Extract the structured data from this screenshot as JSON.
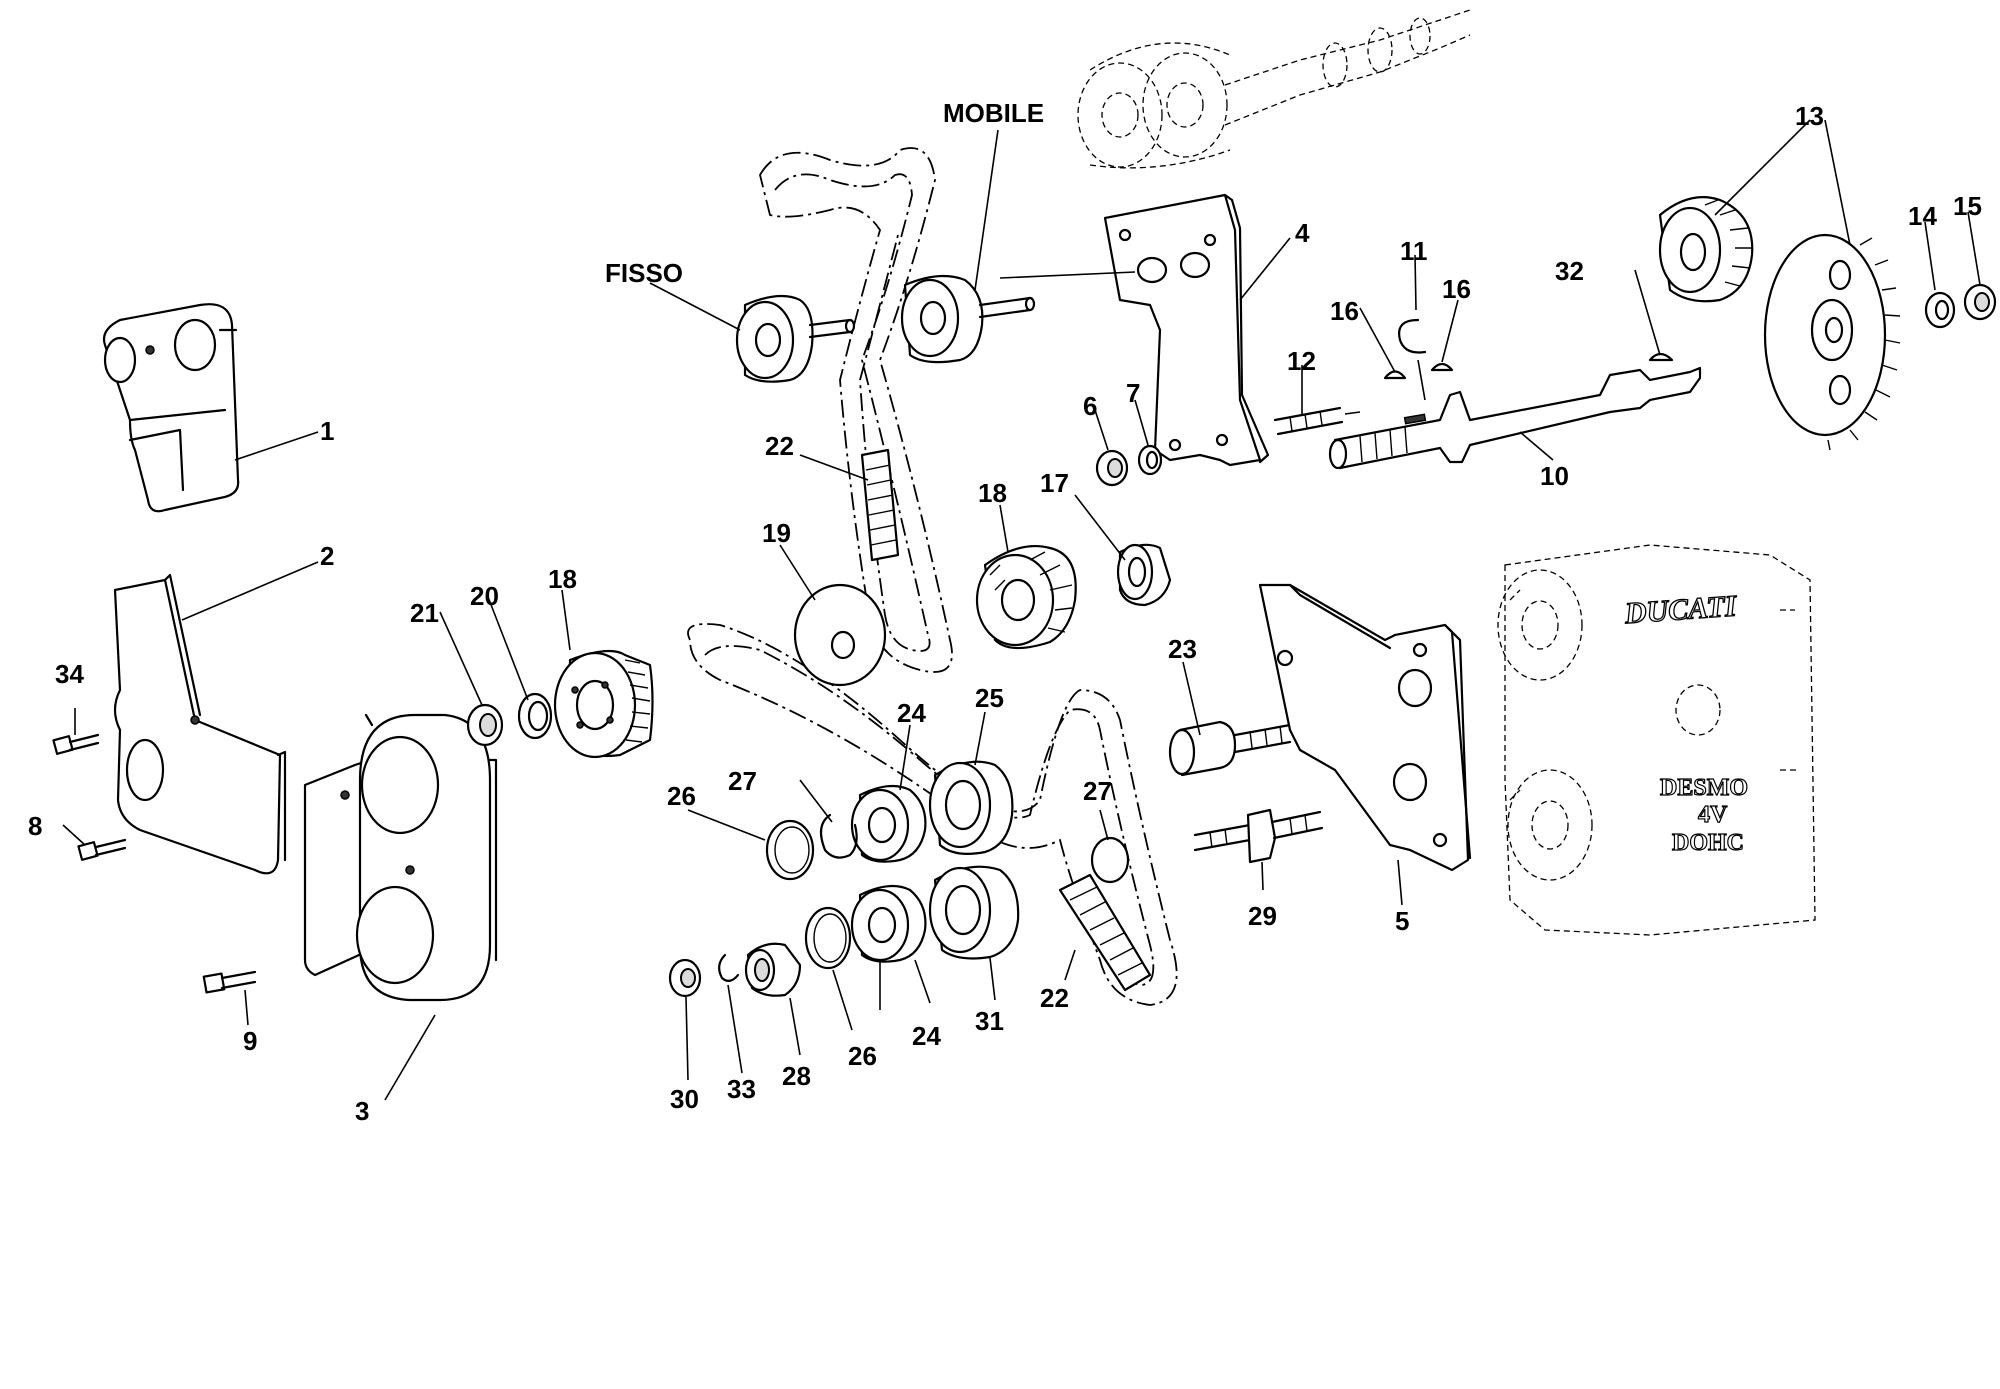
{
  "labels": {
    "fisso": "FISSO",
    "mobile": "MOBILE",
    "p1": "1",
    "p2": "2",
    "p3": "3",
    "p4": "4",
    "p5": "5",
    "p6": "6",
    "p7": "7",
    "p8": "8",
    "p9": "9",
    "p10": "10",
    "p11": "11",
    "p12": "12",
    "p13": "13",
    "p14": "14",
    "p15": "15",
    "p16a": "16",
    "p16b": "16",
    "p17": "17",
    "p18a": "18",
    "p18b": "18",
    "p19": "19",
    "p20": "20",
    "p21": "21",
    "p22a": "22",
    "p22b": "22",
    "p23": "23",
    "p24a": "24",
    "p24b": "24",
    "p25": "25",
    "p26a": "26",
    "p26b": "26",
    "p27a": "27",
    "p27b": "27",
    "p28": "28",
    "p29": "29",
    "p30": "30",
    "p31": "31",
    "p32": "32",
    "p33": "33",
    "p34": "34"
  },
  "engine_markings": {
    "brand": "DUCATI",
    "line1": "DESMO",
    "line2": "4V",
    "line3": "DOHC"
  }
}
